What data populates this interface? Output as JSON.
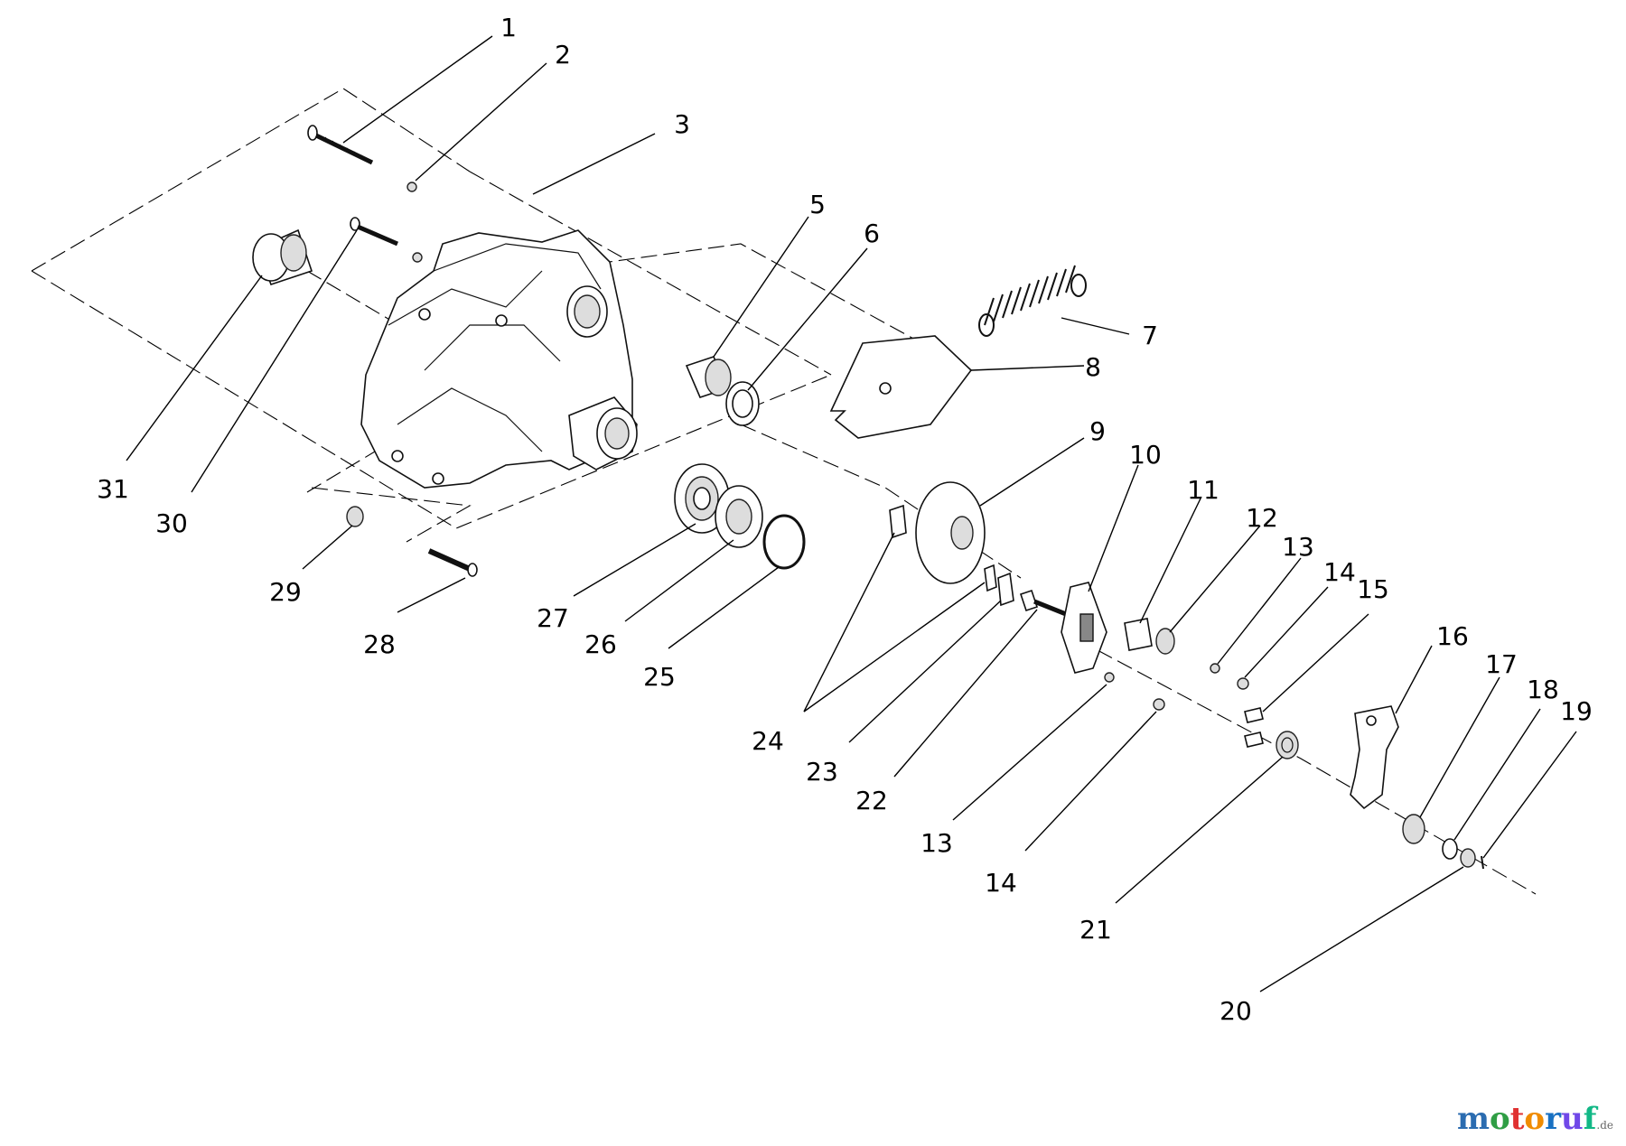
{
  "watermark": {
    "text": "motoruf",
    "tld": ".de",
    "colors": [
      "#2b6cb0",
      "#2f9e44",
      "#e03131",
      "#f08c00",
      "#1971c2",
      "#7048e8",
      "#12b886"
    ]
  },
  "callouts": [
    {
      "id": "1",
      "label": "1"
    },
    {
      "id": "2",
      "label": "2"
    },
    {
      "id": "3",
      "label": "3"
    },
    {
      "id": "5",
      "label": "5"
    },
    {
      "id": "6",
      "label": "6"
    },
    {
      "id": "7",
      "label": "7"
    },
    {
      "id": "8",
      "label": "8"
    },
    {
      "id": "9",
      "label": "9"
    },
    {
      "id": "10",
      "label": "10"
    },
    {
      "id": "11",
      "label": "11"
    },
    {
      "id": "12",
      "label": "12"
    },
    {
      "id": "13a",
      "label": "13"
    },
    {
      "id": "14a",
      "label": "14"
    },
    {
      "id": "15",
      "label": "15"
    },
    {
      "id": "16",
      "label": "16"
    },
    {
      "id": "17",
      "label": "17"
    },
    {
      "id": "18",
      "label": "18"
    },
    {
      "id": "19",
      "label": "19"
    },
    {
      "id": "20",
      "label": "20"
    },
    {
      "id": "21",
      "label": "21"
    },
    {
      "id": "13b",
      "label": "13"
    },
    {
      "id": "14b",
      "label": "14"
    },
    {
      "id": "22",
      "label": "22"
    },
    {
      "id": "23",
      "label": "23"
    },
    {
      "id": "24",
      "label": "24"
    },
    {
      "id": "25",
      "label": "25"
    },
    {
      "id": "26",
      "label": "26"
    },
    {
      "id": "27",
      "label": "27"
    },
    {
      "id": "28",
      "label": "28"
    },
    {
      "id": "29",
      "label": "29"
    },
    {
      "id": "30",
      "label": "30"
    },
    {
      "id": "31",
      "label": "31"
    }
  ]
}
